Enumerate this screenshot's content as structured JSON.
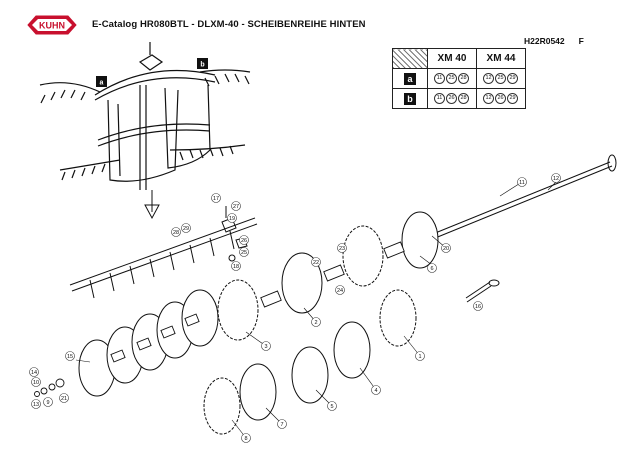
{
  "header": {
    "brand": "KUHN",
    "catalog_title": "E-Catalog HR080BTL - DLXM-40 - SCHEIBENREIHE HINTEN",
    "drawing_number": "H22R0542",
    "sheet": "F"
  },
  "ref_table": {
    "columns": [
      "XM 40",
      "XM 44"
    ],
    "rows": [
      {
        "key": "a",
        "xm40": [
          "11",
          "25",
          "28"
        ],
        "xm44": [
          "12",
          "25",
          "29"
        ]
      },
      {
        "key": "b",
        "xm40": [
          "11",
          "26",
          "28"
        ],
        "xm44": [
          "12",
          "26",
          "29"
        ]
      }
    ]
  },
  "callouts": {
    "a": "a",
    "b": "b"
  },
  "parts": [
    {
      "id": "p1",
      "label": "1"
    },
    {
      "id": "p2",
      "label": "2"
    },
    {
      "id": "p3",
      "label": "3"
    },
    {
      "id": "p4",
      "label": "4"
    },
    {
      "id": "p5",
      "label": "5"
    },
    {
      "id": "p6",
      "label": "6"
    },
    {
      "id": "p7",
      "label": "7"
    },
    {
      "id": "p8",
      "label": "8"
    },
    {
      "id": "p9",
      "label": "9"
    },
    {
      "id": "p10",
      "label": "10"
    },
    {
      "id": "p11",
      "label": "11"
    },
    {
      "id": "p12",
      "label": "12"
    },
    {
      "id": "p13",
      "label": "13"
    },
    {
      "id": "p14",
      "label": "14"
    },
    {
      "id": "p15",
      "label": "15"
    },
    {
      "id": "p16",
      "label": "16"
    },
    {
      "id": "p17",
      "label": "17"
    },
    {
      "id": "p18",
      "label": "18"
    },
    {
      "id": "p19",
      "label": "19"
    },
    {
      "id": "p20",
      "label": "20"
    },
    {
      "id": "p21",
      "label": "21"
    },
    {
      "id": "p22",
      "label": "22"
    },
    {
      "id": "p23",
      "label": "23"
    },
    {
      "id": "p24",
      "label": "24"
    },
    {
      "id": "p25",
      "label": "25"
    },
    {
      "id": "p26",
      "label": "26"
    },
    {
      "id": "p27",
      "label": "27"
    },
    {
      "id": "p28",
      "label": "28"
    },
    {
      "id": "p29",
      "label": "29"
    }
  ]
}
